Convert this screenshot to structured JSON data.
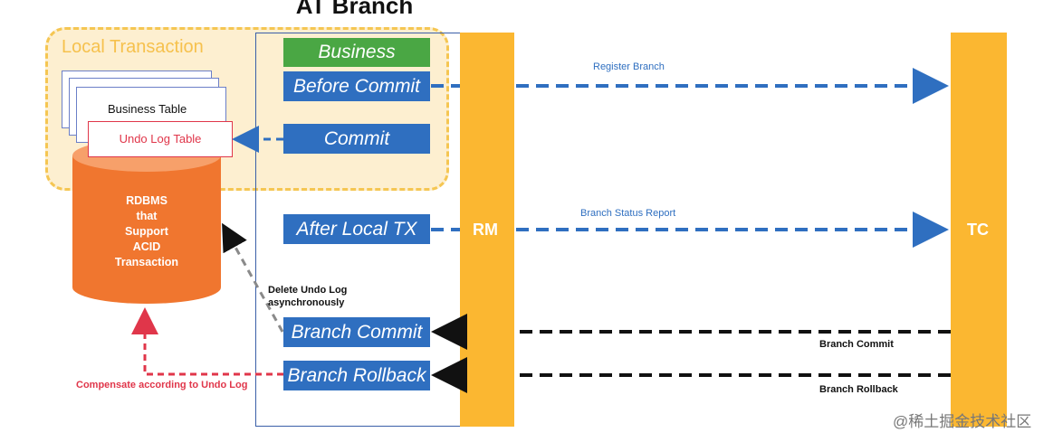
{
  "title": "AT Branch",
  "local_transaction_label": "Local Transaction",
  "business_table_label": "Business Table",
  "undo_log_table_label": "Undo Log Table",
  "rdbms_label": [
    "RDBMS",
    "that",
    "Support",
    "ACID",
    "Transaction"
  ],
  "steps": {
    "business": "Business",
    "before_commit": "Before Commit",
    "commit": "Commit",
    "after_local_tx": "After Local TX",
    "branch_commit": "Branch Commit",
    "branch_rollback": "Branch Rollback"
  },
  "rm_label": "RM",
  "tc_label": "TC",
  "arrows": {
    "register_branch": "Register Branch",
    "branch_status_report": "Branch Status Report",
    "branch_commit": "Branch Commit",
    "branch_rollback": "Branch Rollback",
    "delete_undo_log": [
      "Delete Undo Log",
      "asynchronously"
    ],
    "compensate": "Compensate according to Undo Log"
  },
  "colors": {
    "blue": "#2f6fc0",
    "green": "#4aa744",
    "orange": "#f0762f",
    "yellow": "#fbb731",
    "red": "#e0364a"
  },
  "watermark": "@稀土掘金技术社区"
}
